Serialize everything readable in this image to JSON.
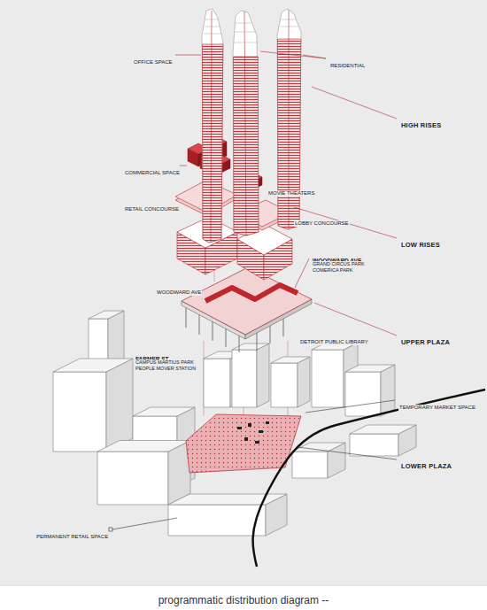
{
  "diagram": {
    "caption": "programmatic distribution diagram --",
    "labels": [
      "OFFICE SPACE",
      "RESIDENTIAL",
      "HIGH RISES",
      "COMMERCIAL SPACE",
      "MOVIE THEATERS",
      "RETAIL CONCOURSE",
      "LOBBY CONCOURSE",
      "LOW RISES",
      "WOODWARD AVE",
      "WOODWARD AVE.",
      "GRAND CIRCUS PARK COMERICA PARK",
      "DETROIT PUBLIC LIBRARY",
      "UPPER PLAZA",
      "FARMER ST.",
      "CAMPUS MARTIUS PARK PEOPLE MOVER STATION",
      "TEMPORARY MARKET SPACE",
      "LOWER PLAZA",
      "PERMANENT RETAIL SPACE"
    ]
  }
}
